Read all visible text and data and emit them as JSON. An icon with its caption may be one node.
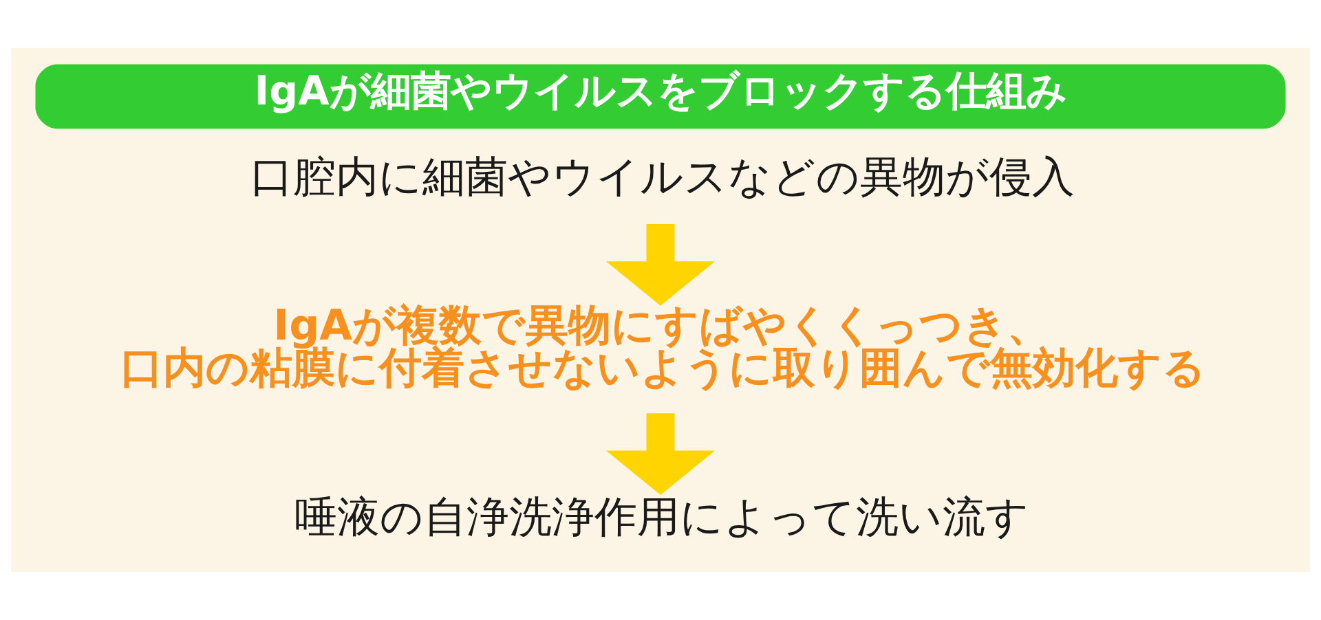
{
  "diagram": {
    "title": "IgAが細菌やウイルスをブロックする仕組み",
    "nodes": [
      {
        "text": [
          "口腔内に細菌やウイルスなどの異物が侵入"
        ]
      },
      {
        "text": [
          "IgAが複数で異物にすばやくくっつき、口内の粘膜に付着させないように取り囲んで無効化する"
        ]
      },
      {
        "text": [
          "唾液の自浄洗浄作用によって洗い流す"
        ]
      }
    ],
    "edges": [
      {
        "from": 0,
        "to": 1,
        "arrow": "to"
      },
      {
        "from": 1,
        "to": 2,
        "arrow": "to"
      }
    ]
  }
}
